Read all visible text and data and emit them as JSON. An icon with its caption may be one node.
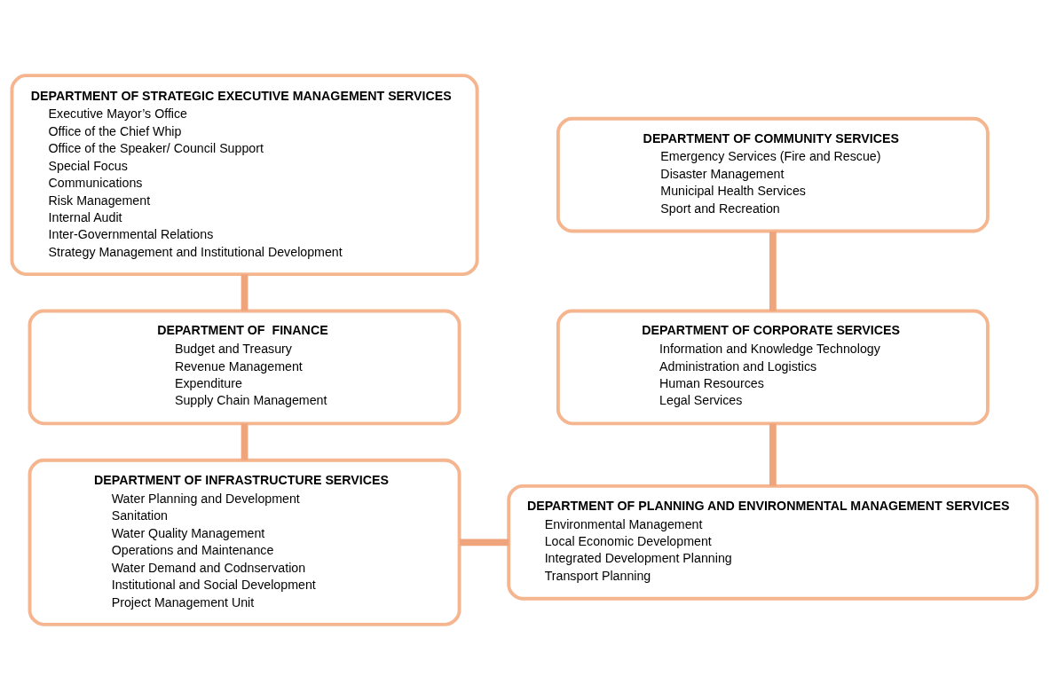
{
  "diagram": {
    "nodes": [
      {
        "text": [
          "DEPARTMENT OF STRATEGIC EXECUTIVE MANAGEMENT SERVICES",
          "Executive Mayor’s Office",
          "Office of the Chief Whip",
          "Office of the Speaker/ Council Support",
          "Special Focus",
          "Communications",
          "Risk Management",
          "Internal Audit",
          "Inter-Governmental Relations",
          "Strategy Management and Institutional Development"
        ]
      },
      {
        "text": [
          "DEPARTMENT OF COMMUNITY SERVICES",
          "Emergency Services (Fire and Rescue)",
          "Disaster Management",
          "Municipal Health Services",
          "Sport and Recreation"
        ]
      },
      {
        "text": [
          "DEPARTMENT OF  FINANCE",
          "Budget and Treasury",
          "Revenue Management",
          "Expenditure",
          "Supply Chain Management"
        ]
      },
      {
        "text": [
          "DEPARTMENT OF CORPORATE SERVICES",
          "Information and Knowledge Technology",
          "Administration and Logistics",
          "Human Resources",
          "Legal Services"
        ]
      },
      {
        "text": [
          "DEPARTMENT OF INFRASTRUCTURE SERVICES",
          "Water Planning and Development",
          "Sanitation",
          "Water Quality Management",
          "Operations and Maintenance",
          "Water Demand and Codnservation",
          "Institutional and Social Development",
          "Project Management Unit"
        ]
      },
      {
        "text": [
          "DEPARTMENT OF PLANNING AND ENVIRONMENTAL MANAGEMENT SERVICES",
          "Environmental Management",
          "Local Economic Development",
          "Integrated Development Planning",
          "Transport Planning"
        ]
      }
    ],
    "edges": [
      {
        "from": 0,
        "to": 2,
        "arrow": "none"
      },
      {
        "from": 1,
        "to": 3,
        "arrow": "none"
      },
      {
        "from": 2,
        "to": 4,
        "arrow": "none"
      },
      {
        "from": 3,
        "to": 5,
        "arrow": "none"
      },
      {
        "from": 4,
        "to": 5,
        "arrow": "none"
      }
    ]
  }
}
